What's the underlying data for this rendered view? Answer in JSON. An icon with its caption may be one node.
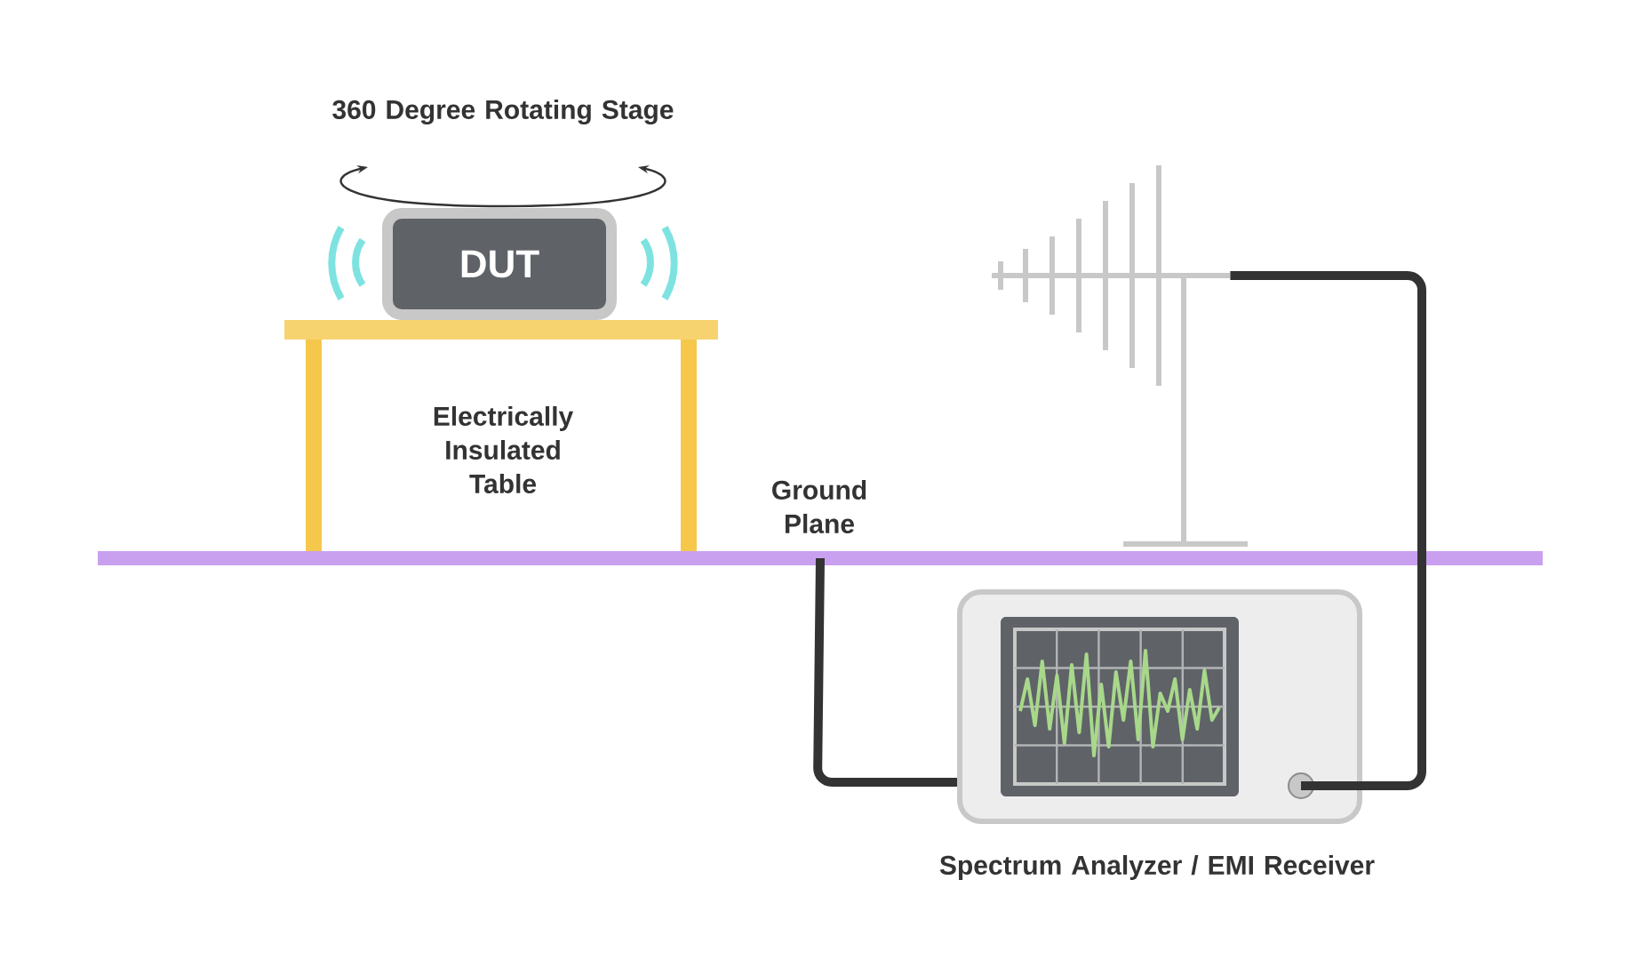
{
  "diagram": {
    "nodes": [
      {
        "text": [
          "DUT"
        ]
      },
      {
        "text": [],
        "shape": "picture"
      },
      {
        "text": [],
        "shape": "box",
        "beside": [
          "Spectrum Analyzer / EMI Receiver"
        ]
      },
      {
        "text": [],
        "shape": "bar",
        "beside": [
          "Ground Plane"
        ]
      }
    ],
    "edges": [
      {
        "from": 1,
        "to": 2,
        "arrow": "none"
      },
      {
        "from": 3,
        "to": 2,
        "arrow": "none"
      }
    ],
    "labels": [
      "360 Degree Rotating Stage",
      "Electrically Insulated Table"
    ]
  }
}
